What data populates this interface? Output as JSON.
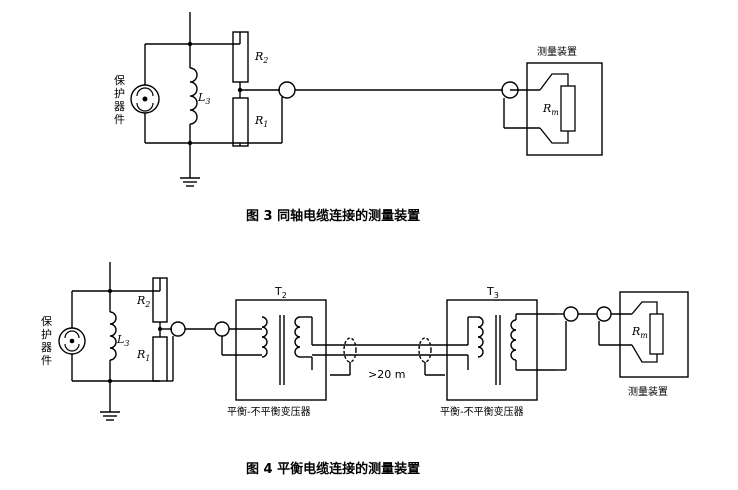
{
  "figure3": {
    "caption": "图 3   同轴电缆连接的测量装置",
    "protector_label": [
      "保",
      "护",
      "器",
      "件"
    ],
    "inductor": {
      "symbol": "L",
      "sub": "3"
    },
    "r2": {
      "symbol": "R",
      "sub": "2"
    },
    "r1": {
      "symbol": "R",
      "sub": "1"
    },
    "measurement_title": "测量装置",
    "rm": {
      "symbol": "R",
      "sub": "m"
    }
  },
  "figure4": {
    "caption": "图 4   平衡电缆连接的测量装置",
    "protector_label": [
      "保",
      "护",
      "器",
      "件"
    ],
    "inductor": {
      "symbol": "L",
      "sub": "3"
    },
    "r2": {
      "symbol": "R",
      "sub": "2"
    },
    "r1": {
      "symbol": "R",
      "sub": "1"
    },
    "t2": {
      "symbol": "T",
      "sub": "2"
    },
    "t3": {
      "symbol": "T",
      "sub": "3"
    },
    "transformer_label_1": "平衡-不平衡变压器",
    "transformer_label_2": "平衡-不平衡变压器",
    "distance_label": ">20 m",
    "rm": {
      "symbol": "R",
      "sub": "m"
    },
    "measurement_title": "测量装置"
  }
}
